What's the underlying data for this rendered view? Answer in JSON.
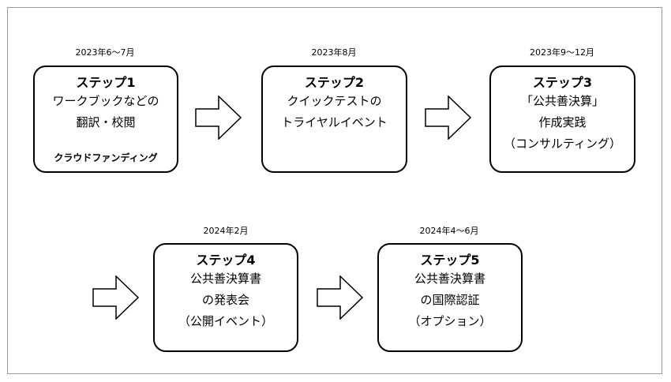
{
  "steps": [
    {
      "date": "2023年6〜7月",
      "title": "ステップ1",
      "lines": [
        "ワークブックなどの",
        "翻訳・校閲"
      ],
      "note": "クラウドファンディング"
    },
    {
      "date": "2023年8月",
      "title": "ステップ2",
      "lines": [
        "クイックテストの",
        "トライヤルイベント"
      ],
      "note": ""
    },
    {
      "date": "2023年9〜12月",
      "title": "ステップ3",
      "lines": [
        "「公共善決算」",
        "作成実践",
        "（コンサルティング）"
      ],
      "note": ""
    },
    {
      "date": "2024年2月",
      "title": "ステップ4",
      "lines": [
        "公共善決算書",
        "の発表会",
        "（公開イベント）"
      ],
      "note": ""
    },
    {
      "date": "2024年4〜6月",
      "title": "ステップ5",
      "lines": [
        "公共善決算書",
        "の国際認証",
        "（オプション）"
      ],
      "note": ""
    }
  ]
}
